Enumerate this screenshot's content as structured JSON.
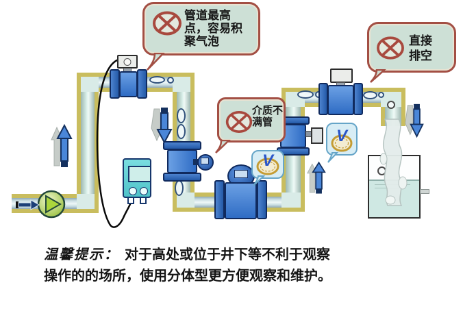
{
  "figure": {
    "title_domain": "electromagnetic-flowmeter-installation-diagram",
    "caption": {
      "prefix": "温馨提示：",
      "line1": "对于高处或位于井下等不利于观察",
      "line2": "操作的的场所，使用分体型更方便观察和维护。"
    },
    "callouts": [
      {
        "id": "highest-point",
        "type": "error",
        "lines": [
          "管道最高",
          "点，容易积",
          "聚气泡"
        ]
      },
      {
        "id": "direct-discharge",
        "type": "error",
        "lines": [
          "直接",
          "排空"
        ]
      },
      {
        "id": "not-full-pipe",
        "type": "error",
        "lines": [
          "介质不",
          "满管"
        ]
      },
      {
        "id": "ok-horizontal-run",
        "type": "ok",
        "symbol": "V"
      },
      {
        "id": "ok-vertical-up-run",
        "type": "ok",
        "symbol": "V"
      }
    ],
    "colors": {
      "pipe_casing": "#c9bd5e",
      "pipe_interior": "#eef7f8",
      "meter_body": "#4886d8",
      "meter_flange": "#2d63b5",
      "error_bubble_border": "#a34f44",
      "error_bubble_fill": "#cde0d6",
      "ok_bubble_border": "#66a5c8",
      "ok_bubble_fill": "#d8edf5",
      "check_gold_ring": "#c49c34",
      "check_v_blue": "#2a55c8",
      "arrow_blue": "#4a86d8",
      "converter_teal": "#5fcfd4",
      "pump_green": "#abd53c",
      "water": "#cfe8e3",
      "cable_black": "#0a0a0a"
    }
  }
}
